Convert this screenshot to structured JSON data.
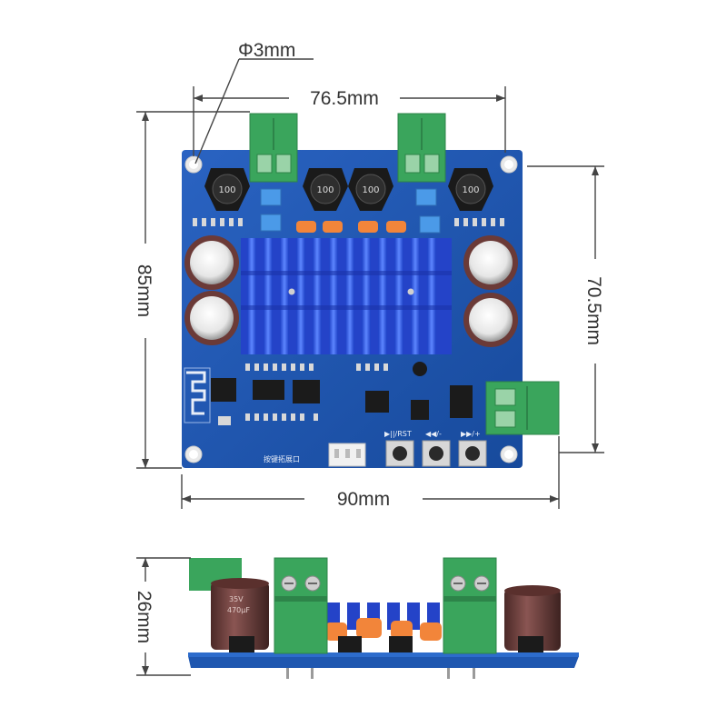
{
  "dimensions": {
    "hole_diameter": "Φ3mm",
    "top_width": "76.5mm",
    "left_height": "85mm",
    "right_height": "70.5mm",
    "bottom_width": "90mm",
    "side_height": "26mm"
  },
  "board": {
    "silkscreen_buttons": [
      "▶||/RST",
      "◀◀/-",
      "▶▶/+"
    ],
    "silkscreen_port": "按键拓展口",
    "inductor_labels": [
      "100",
      "100",
      "100",
      "100"
    ],
    "capacitor_label_1": "35V",
    "capacitor_label_2": "470μF"
  },
  "colors": {
    "pcb": "#1f57b0",
    "terminal": "#3aa55c",
    "heatsink": "#2a56e0",
    "capacitor_top": "#6b3a37",
    "dimension_line": "#444444"
  }
}
